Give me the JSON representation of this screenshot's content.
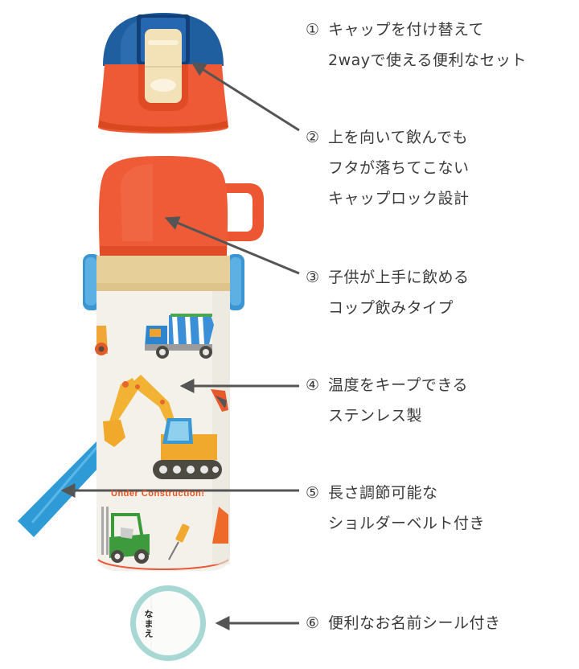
{
  "features": [
    {
      "number": "①",
      "lines": [
        "キャップを付け替えて",
        "2wayで使える便利なセット"
      ]
    },
    {
      "number": "②",
      "lines": [
        "上を向いて飲んでも",
        "フタが落ちてこない",
        "キャップロック設計"
      ]
    },
    {
      "number": "③",
      "lines": [
        "子供が上手に飲める",
        "コップ飲みタイプ"
      ]
    },
    {
      "number": "④",
      "lines": [
        "温度をキープできる",
        "ステンレス製"
      ]
    },
    {
      "number": "⑤",
      "lines": [
        "長さ調節可能な",
        "ショルダーベルト付き"
      ]
    },
    {
      "number": "⑥",
      "lines": [
        "便利なお名前シール付き"
      ]
    }
  ],
  "product": {
    "bottle_print_text": "Under Construction!",
    "name_sticker_text": "なまえ"
  },
  "colors": {
    "cap_blue": "#1f5fa0",
    "cap_orange": "#ee5a35",
    "cup_orange": "#ef5b37",
    "band_beige": "#e6cf98",
    "body_white": "#f3f1ea",
    "strap_blue": "#2e9bd6",
    "sticker_rim": "#9fd4d0",
    "arrow_gray": "#555555",
    "text": "#3a3a3a"
  }
}
